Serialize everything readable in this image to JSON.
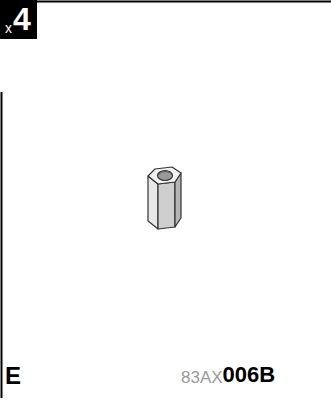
{
  "diagram": {
    "labels": [
      "x",
      "4",
      "E",
      "83AX",
      "006B"
    ]
  }
}
